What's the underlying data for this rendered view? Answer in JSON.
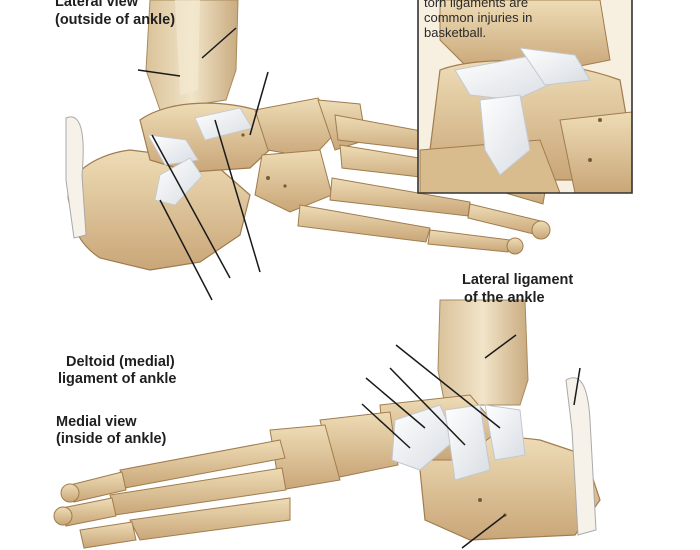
{
  "labels": {
    "lateral_view_title": "Lateral view",
    "lateral_view_sub": "(outside of ankle)",
    "inset_line1": "torn ligaments are",
    "inset_line2": "common injuries in",
    "inset_line3": "basketball.",
    "lateral_ligament_line1": "Lateral ligament",
    "lateral_ligament_line2": "of the ankle",
    "deltoid_line1": "Deltoid (medial)",
    "deltoid_line2": "ligament of ankle",
    "medial_view_title": "Medial view",
    "medial_view_sub": "(inside of ankle)"
  },
  "colors": {
    "bone": "#e3cfa6",
    "bone_shadow": "#b89466",
    "bone_dark": "#8a6a40",
    "ligament": "#f4f6f8",
    "leader": "#1a1a1a",
    "inset_border": "#333333"
  }
}
